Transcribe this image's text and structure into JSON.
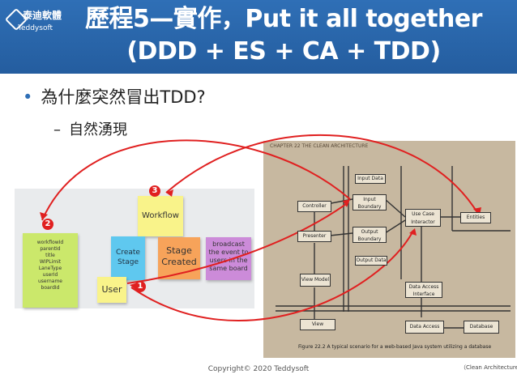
{
  "header": {
    "logo_cn": "泰迪軟體",
    "logo_en": "Teddysoft",
    "title_line1": "歷程5—實作，Put it all together",
    "title_line2": "(DDD + ES + CA + TDD)"
  },
  "bullets": {
    "level1": "為什麼突然冒出TDD?",
    "level2": "自然湧現"
  },
  "board": {
    "workflow": "Workflow",
    "fields": [
      "workflowId",
      "parentId",
      "title",
      "WIPLimit",
      "LaneType",
      "userId",
      "username",
      "boardId"
    ],
    "create_stage": [
      "Create",
      "Stage"
    ],
    "stage_created": [
      "Stage",
      "Created"
    ],
    "broadcast": [
      "broadcast",
      "the event to",
      "users in the",
      "same board"
    ],
    "user": "User",
    "numbers": [
      "1",
      "2",
      "3"
    ]
  },
  "diagram": {
    "book_header": "CHAPTER 22   THE CLEAN ARCHITECTURE",
    "boxes": {
      "input_data": "Input Data",
      "input_boundary": [
        "Input",
        "Boundary"
      ],
      "controller": "Controller",
      "use_case_interactor": [
        "Use Case",
        "Interactor"
      ],
      "entities": "Entities",
      "presenter": "Presenter",
      "output_boundary": [
        "Output",
        "Boundary"
      ],
      "output_data": "Output Data",
      "view_model": "View Model",
      "data_access_interface": [
        "Data Access",
        "Interface"
      ],
      "view": "View",
      "data_access": "Data Access",
      "database": "Database"
    },
    "caption": "Figure 22.2  A typical scenario for a web-based Java system utilizing a database",
    "source": "（Clean Architecture）"
  },
  "footer": {
    "copyright": "Copyright© 2020 Teddysoft"
  },
  "colors": {
    "header_bg": "#2f6fb6",
    "arrow": "#e02020",
    "sticky_yellow": "#f9f38a",
    "sticky_green": "#cbe86b",
    "sticky_blue": "#5fc8ef",
    "sticky_orange": "#f7a35a",
    "sticky_purple": "#cc8bd9"
  }
}
